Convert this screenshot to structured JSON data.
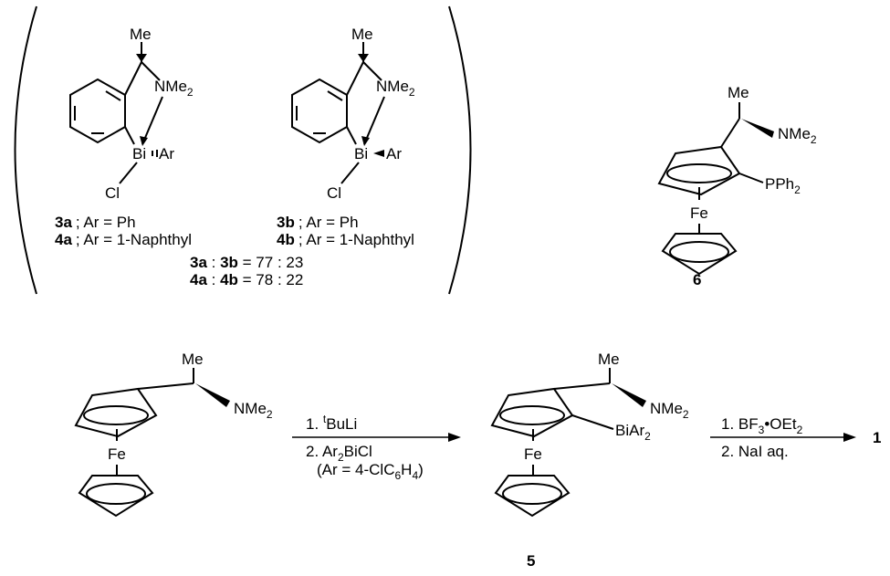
{
  "labels": {
    "me": "Me",
    "nme": "NMe",
    "two": "2",
    "bi": "Bi",
    "ar": "Ar",
    "cl": "Cl",
    "fe": "Fe",
    "pph": "PPh",
    "biar": "BiAr"
  },
  "compounds": {
    "3a": {
      "label": "3a",
      "desc": "; Ar = Ph"
    },
    "4a": {
      "label": "4a",
      "desc": "; Ar = 1-Naphthyl"
    },
    "3b": {
      "label": "3b",
      "desc": "; Ar = Ph"
    },
    "4b": {
      "label": "4b",
      "desc": "; Ar = 1-Naphthyl"
    },
    "6": "6",
    "5": "5",
    "1": "1"
  },
  "ratios": {
    "r1": {
      "a": "3a",
      "sep": " : ",
      "b": "3b",
      "val": " = 77 : 23"
    },
    "r2": {
      "a": "4a",
      "sep": " : ",
      "b": "4b",
      "val": " = 78 : 22"
    }
  },
  "step1": {
    "s1_num": "1. ",
    "s1_sup": "t",
    "s1_text": "BuLi",
    "s2_num": "2. Ar",
    "s2_sub": "2",
    "s2_text": "BiCl",
    "s3_pre": "(Ar = 4-ClC",
    "s3_sub1": "6",
    "s3_mid": "H",
    "s3_sub2": "4",
    "s3_post": ")"
  },
  "step2": {
    "s1_pre": "1. BF",
    "s1_sub": "3",
    "s1_mid": "•OEt",
    "s1_sub2": "2",
    "s2": "2. NaI aq."
  }
}
